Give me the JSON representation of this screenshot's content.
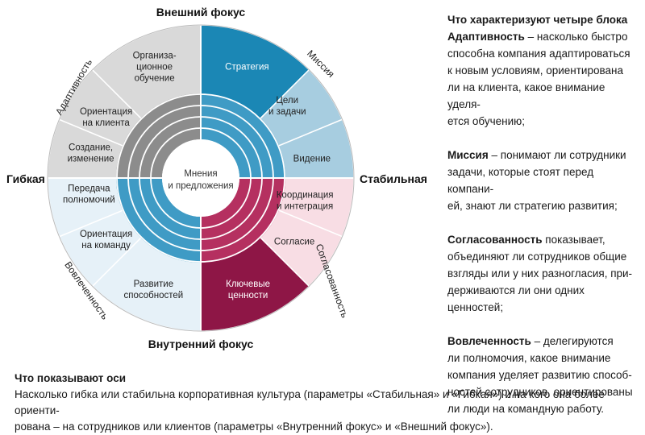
{
  "colors": {
    "gray": "#d9d9d9",
    "gray_mid": "#bfbfbf",
    "gray_dark": "#8c8c8c",
    "blue_dark": "#1b87b5",
    "blue_mid": "#a7cde0",
    "blue_light": "#e6f1f8",
    "blue_ring": "#3f9bc5",
    "red_dark": "#8e1646",
    "red_mid": "#f8dde4",
    "red_ring": "#b53060"
  },
  "axes": {
    "top": "Внешний фокус",
    "bottom": "Внутренний фокус",
    "left": "Гибкая",
    "right": "Стабильная"
  },
  "blocks": {
    "adaptivity": "Адаптивность",
    "mission": "Миссия",
    "consistency": "Согласованность",
    "involvement": "Вовлеченность"
  },
  "center": {
    "line1": "Мнения",
    "line2": "и предложения"
  },
  "segments": {
    "strategy": [
      "Стратегия"
    ],
    "goals": [
      "Цели",
      "и задачи"
    ],
    "vision": [
      "Видение"
    ],
    "coordination": [
      "Координация",
      "и интеграция"
    ],
    "agreement": [
      "Согласие"
    ],
    "core_values": [
      "Ключевые",
      "ценности"
    ],
    "capability": [
      "Развитие",
      "способностей"
    ],
    "team": [
      "Ориентация",
      "на команду"
    ],
    "empowerment": [
      "Передача",
      "полномочий"
    ],
    "change": [
      "Создание,",
      "изменение"
    ],
    "customer": [
      "Ориентация",
      "на клиента"
    ],
    "learning": [
      "Организа-",
      "ционное",
      "обучение"
    ]
  },
  "right": {
    "heading": "Что характеризуют четыре блока",
    "p1_term": "Адаптивность",
    "p1_lines": [
      " – насколько быстро",
      "способна компания адаптироваться",
      "к новым условиям, ориентирована",
      "ли на клиента, какое внимание уделя-",
      "ется обучению;"
    ],
    "p2_term": "Миссия",
    "p2_lines": [
      " – понимают ли сотрудники",
      "задачи, которые стоят перед компани-",
      "ей, знают ли стратегию развития;"
    ],
    "p3_term": "Согласованность",
    "p3_lines": [
      " показывает,",
      "объединяют ли сотрудников общие",
      "взгляды или у них разногласия, при-",
      "держиваются ли они одних ценностей;"
    ],
    "p4_term": "Вовлеченность",
    "p4_lines": [
      " – делегируются",
      "ли полномочия, какое внимание",
      "компания уделяет развитию способ-",
      "ностей сотрудников, ориентированы",
      "ли люди на командную работу."
    ]
  },
  "bottom": {
    "title": "Что показывают оси",
    "line1": "Насколько гибка или стабильна корпоративная культура (параметры «Стабильная» и «Гибкая») и на кого она более ориенти-",
    "line2": "рована – на сотрудников или клиентов (параметры «Внутренний фокус» и «Внешний фокус»)."
  }
}
